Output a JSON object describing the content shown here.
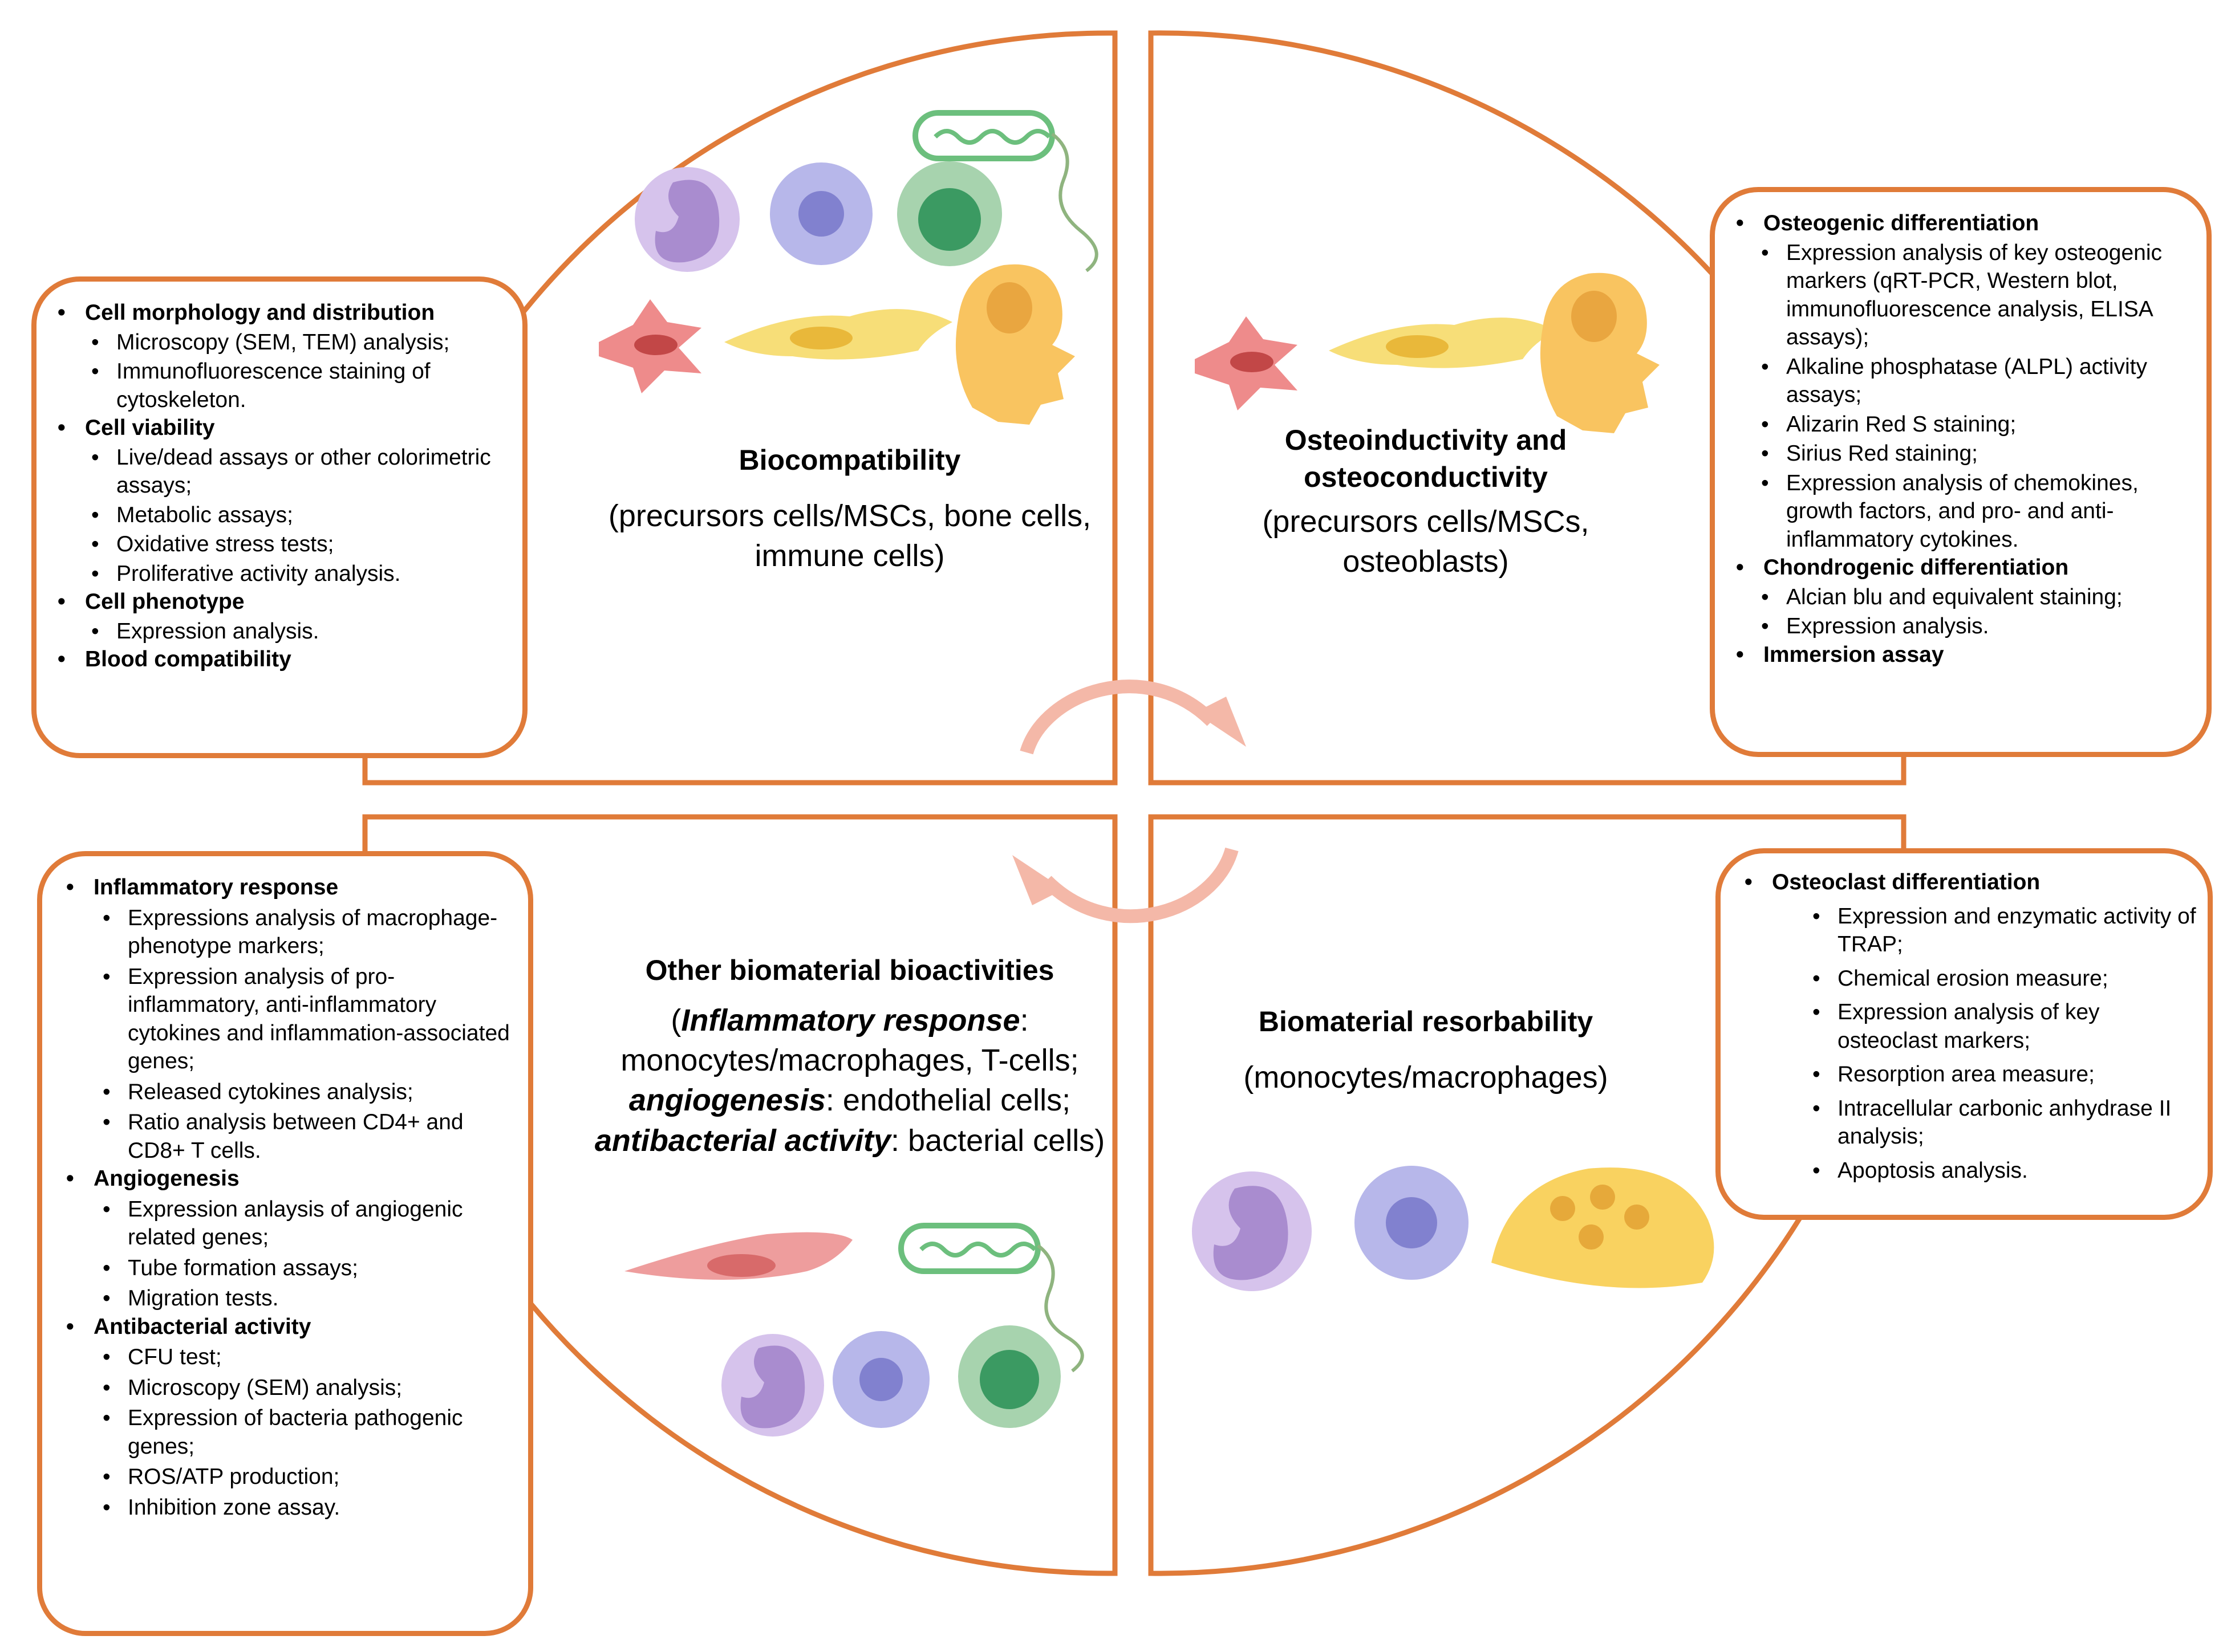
{
  "quadrants": {
    "biocompatibility": {
      "title": "Biocompatibility",
      "subtitle": "(precursors cells/MSCs, bone cells, immune cells)"
    },
    "osteo": {
      "title": "Osteoinductivity and osteoconductivity",
      "subtitle": "(precursors cells/MSCs, osteoblasts)"
    },
    "other": {
      "title": "Other biomaterial bioactivities",
      "line1_open": "(",
      "line1_italic": "Inflammatory response",
      "line1_rest": ": monocytes/macrophages, T-cells;",
      "line2_italic": "angiogenesis",
      "line2_rest": ":  endothelial cells;",
      "line3_italic": "antibacterial activity",
      "line3_rest": ": bacterial cells)"
    },
    "resorbability": {
      "title": "Biomaterial resorbability",
      "subtitle": "(monocytes/macrophages)"
    }
  },
  "boxes": {
    "biocompatibility": [
      {
        "category": "Cell morphology and distribution",
        "items": [
          "Microscopy (SEM, TEM) analysis;",
          "Immunofluorescence staining of cytoskeleton."
        ]
      },
      {
        "category": "Cell viability",
        "items": [
          "Live/dead assays or other colorimetric assays;",
          "Metabolic assays;",
          "Oxidative stress tests;",
          "Proliferative activity analysis."
        ]
      },
      {
        "category": "Cell phenotype",
        "items": [
          "Expression analysis."
        ]
      },
      {
        "category": "Blood compatibility",
        "items": []
      }
    ],
    "osteo": [
      {
        "category": "Osteogenic differentiation",
        "items": [
          "Expression analysis of key osteogenic markers (qRT-PCR, Western blot, immunofluorescence analysis, ELISA assays);",
          "Alkaline phosphatase (ALPL) activity assays;",
          "Alizarin Red S staining;",
          "Sirius Red staining;",
          "Expression analysis of chemokines, growth factors, and pro- and anti-inflammatory cytokines."
        ]
      },
      {
        "category": "Chondrogenic differentiation",
        "items": [
          "Alcian blu and equivalent staining;",
          "Expression analysis."
        ]
      },
      {
        "category": "Immersion assay",
        "items": []
      }
    ],
    "other": [
      {
        "category": "Inflammatory response",
        "items": [
          "Expressions analysis of macrophage-phenotype markers;",
          "Expression analysis of pro-inflammatory, anti-inflammatory cytokines and inflammation-associated genes;",
          "Released cytokines analysis;",
          "Ratio analysis between CD4+ and CD8+ T cells."
        ]
      },
      {
        "category": "Angiogenesis",
        "items": [
          "Expression anlaysis of angiogenic related genes;",
          "Tube formation assays;",
          "Migration tests."
        ]
      },
      {
        "category": "Antibacterial activity",
        "items": [
          "CFU test;",
          "Microscopy (SEM) analysis;",
          "Expression of bacteria pathogenic genes;",
          "ROS/ATP production;",
          "Inhibition zone assay."
        ]
      }
    ],
    "resorbability": [
      {
        "category": "Osteoclast differentiation",
        "items": [
          "Expression and enzymatic activity of TRAP;",
          "Chemical erosion measure;",
          "Expression analysis of key osteoclast markers;",
          "Resorption area measure;",
          "Intracellular carbonic anhydrase II analysis;",
          "Apoptosis analysis."
        ]
      }
    ]
  },
  "colors": {
    "frame_orange": "#E07B39",
    "arrow_pink": "#F4B8A8"
  },
  "icons": [
    "monocyte-icon",
    "lymphocyte-icon",
    "neutrophil-icon",
    "bacterium-icon",
    "msc-icon",
    "fibroblast-icon",
    "osteoblast-icon",
    "endothelial-cell-icon",
    "osteoclast-icon",
    "cycle-arrows-icon"
  ]
}
